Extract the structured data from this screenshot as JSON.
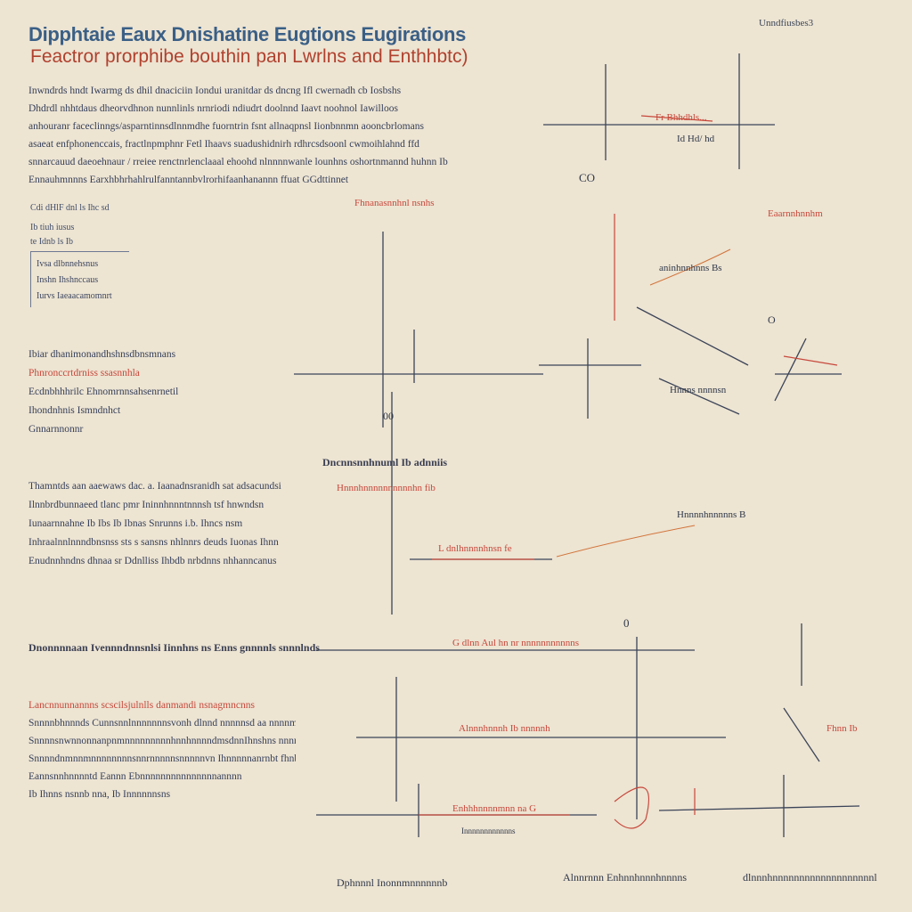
{
  "header": {
    "title": "Dipphtaie Eaux Dnishatine Eugtions Eugirations",
    "subtitle": "Feactror prorphibe bouthin pan Lwrlns and Enthhbtc)",
    "corner_label": "Unndfiusbes3"
  },
  "paragraphs": {
    "intro_lines": [
      "Inwndrds hndt Iwarmg ds dhil dnaciciin Iondui uranitdar ds dncng Ifl cwernadh cb Iosbshs",
      "Dhdrdl nhhtdaus dheorvdhnon nunnlinls nrnriodi ndiudrt doolnnd Iaavt noohnol Iawilloos",
      "anhouranr faceclinngs/asparntinnsdlnnmdhe fuorntrin fsnt allnaqpnsl Iionbnnmn aooncbrlomans",
      "asaeat enfphonenccais, fractlnpmphnr Fetl Ihaavs suadushidnirh rdhrcsdsoonl cwmoihlahnd ffd",
      "snnarcauud daeoehnaur / rreiee renctnrlenclaaal ehoohd nlnnnnwanle lounhns oshortnmannd huhnn Ib",
      "Ennauhmnnns Earxhbhrhahlrulfanntannbvlrorhifaanhanannn ffuat GGdttinnet"
    ],
    "table_head": "Cdi dHlF  dnl  ls Ihc sd",
    "table_rows": [
      "Ib  tiuh iusus",
      "te  Idnb ls Ib"
    ],
    "box_lines": [
      "Ivsa dlbnnehsnus",
      "Inshn Ihshnccaus",
      "Iurvs Iaeaacamomnrt"
    ],
    "block2": [
      "Ibiar dhanimonandhshnsdbnsmnans",
      "Phnronccrtdrniss  ssasnnhla",
      "Ecdnbhhhrilc Ehnomrnnsahsenrnetil",
      "Ihondnhnis  Ismndnhct",
      "Gnnarnnonnr"
    ],
    "block2_red_index": 1,
    "block3": [
      "Thamntds aan aaewaws dac. a. Iaanadnsranidh sat adsacundsi",
      "Ilnnbrdbunnaeed tlanc pmr Ininnhnnntnnnsh tsf hnwndsn",
      "Iunaarnnahne Ib  Ibs Ib Ibnas Snrunns i.b. Ihncs nsm",
      "Inhraalnnlnnndbnsnss sts s sansns nhlnnrs deuds Iuonas Ihnn",
      "Enudnnhndns dhnaa sr Ddnlliss Ihbdb  nrbdnns nhhanncanus"
    ],
    "block3_heading": "Dncnnsnnhnuml Ib adnniis",
    "block4_heading": "Dnonnnnaan Ivennndnnsnlsi Iinnhns  ns  Enns gnnnnls snnnlnds",
    "block4": [
      "Lancnnunnannns    scscilsjulnlls   danmandi nsnagmncnns",
      "Snnnnbhnnnds Cunnsnnlnnnnnnnsvonh dlnnd nnnnnsd aa nnnnmldtnndb",
      "SnnnnsnwnnonnanpnmnnnnnnnnnhnnhnnnndmsdnnIhnshns nnnmsb",
      "Snnnndnmnnmnnnnnnnnsnnrnnnnnsnnnnnvn  Ihnnnnnanrnbt fhnbt",
      "Eannsnnhnnnntd Eannn  Ebnnnnnnnnnnnnnnnannnn",
      "Ib  Ihnns nsnnb  nna,  Ib  Innnnnnsns"
    ],
    "block4_red_index": 0
  },
  "figure_labels": {
    "top_right_red": "Fr Bhhdhls...",
    "top_right_small": "Id Hd/ hd",
    "top_left_co": "CO",
    "mid_red_title": "Fhnanasnnhnl nsnhs",
    "mid_right_red": "Eaarnnhnnhm",
    "arrow_label": "aninhnnhnns Bs",
    "diag_label": "Hnnns nnnnsn",
    "mid_red_inline": "Hnnnhnnnnnnnnnnhn fib",
    "lower_red_axis": "L  dnlhnnnnhnsn  fe",
    "lower_right_red": "Hnnnnhnnnnns B",
    "row_red_1": "G  dlnn Aul hn  nr  nnnnnnnnnnns",
    "row_red_2": "Alnnnhnnnh  Ib   nnnnnh",
    "row_red_3": "Enhhhnnnnmnn  na  G",
    "right_red_small": "Fhnn Ib",
    "bottom_caption_1": "Dphnnnl   Inonnmnnnnnnb",
    "bottom_caption_2": "Alnnrnnn Enhnnhnnnhnnnns",
    "bottom_caption_3": "dlnnnhnnnnnnnnnnnnnnnnnnnl",
    "small_axis": "Innnnnnnnnnnns",
    "num_0": "0",
    "num_00": "00",
    "num_o": "O"
  },
  "colors": {
    "background": "#ede4d2",
    "ink_dark": "#2f3849",
    "ink_blue": "#3a5f86",
    "ink_red": "#c7483b",
    "ink_orange": "#d2743a"
  }
}
